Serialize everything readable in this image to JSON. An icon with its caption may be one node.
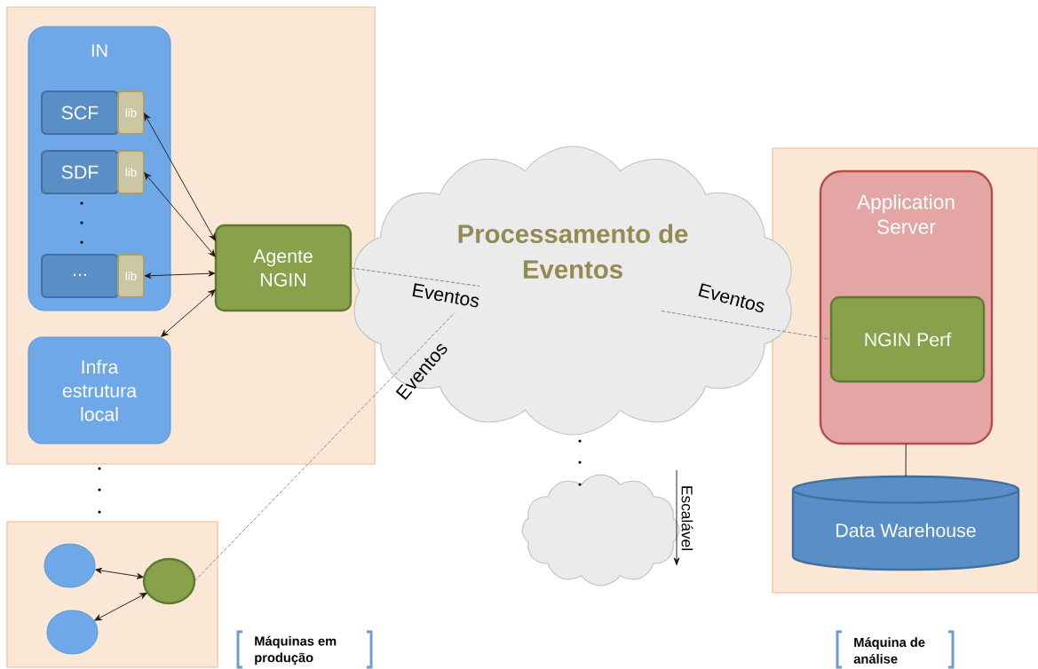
{
  "diagram": {
    "nodes": [
      {
        "text": [],
        "shape": "box"
      },
      {
        "text": [
          "IN"
        ],
        "in": 0
      },
      {
        "text": [
          "SCF"
        ],
        "in": 1
      },
      {
        "text": [
          "lib"
        ],
        "in": 1
      },
      {
        "text": [
          "SDF"
        ],
        "in": 1
      },
      {
        "text": [
          "lib"
        ],
        "in": 1
      },
      {
        "text": [
          "..."
        ],
        "in": 1
      },
      {
        "text": [
          "lib"
        ],
        "in": 1
      },
      {
        "text": [
          "Infra estrutura local"
        ],
        "in": 0
      },
      {
        "text": [
          "Agente NGIN"
        ],
        "in": 0
      },
      {
        "text": [],
        "shape": "box"
      },
      {
        "text": [],
        "shape": "circle",
        "in": 10
      },
      {
        "text": [],
        "shape": "circle",
        "in": 10
      },
      {
        "text": [],
        "shape": "circle",
        "in": 10
      },
      {
        "text": [
          "Processamento de Eventos"
        ]
      },
      {
        "text": [],
        "shape": "cloud"
      },
      {
        "text": [],
        "shape": "box"
      },
      {
        "text": [
          "Application Server"
        ],
        "in": 16
      },
      {
        "text": [
          "NGIN Perf"
        ],
        "in": 17
      },
      {
        "text": [
          "Data Warehouse"
        ],
        "in": 16
      }
    ],
    "edges": [
      {
        "from": 9,
        "to": 3,
        "arrow": "both"
      },
      {
        "from": 9,
        "to": 5,
        "arrow": "both"
      },
      {
        "from": 9,
        "to": 7,
        "arrow": "both"
      },
      {
        "from": 9,
        "to": 8,
        "arrow": "both"
      },
      {
        "from": 13,
        "to": 11,
        "arrow": "both"
      },
      {
        "from": 13,
        "to": 12,
        "arrow": "both"
      },
      {
        "from": 9,
        "to": 14,
        "arrow": "none",
        "label": "Eventos",
        "style": "dashed",
        "color": "#808080"
      },
      {
        "from": 13,
        "to": 14,
        "arrow": "none",
        "label": "Eventos",
        "style": "dashed",
        "color": "#808080"
      },
      {
        "from": 14,
        "to": 18,
        "arrow": "none",
        "label": "Eventos",
        "style": "dashed",
        "color": "#808080"
      },
      {
        "from": 17,
        "to": 19,
        "arrow": "none"
      }
    ],
    "labels": [
      "Escalável",
      "Máquinas em produção",
      "Máquina de análise"
    ]
  }
}
